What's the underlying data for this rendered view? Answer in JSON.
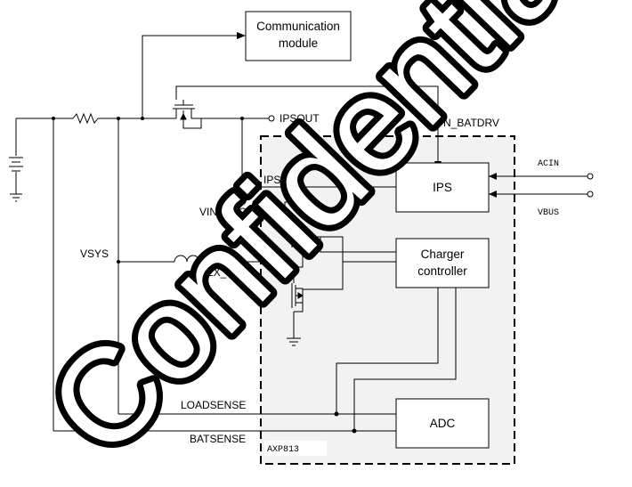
{
  "blocks": {
    "comm": [
      "Communication",
      "module"
    ],
    "ips": "IPS",
    "charger": [
      "Charger",
      "controller"
    ],
    "adc": "ADC",
    "chip": "AXP813"
  },
  "labels": {
    "ipsout_top": "IPSOUT",
    "n_batdrv": "N_BATDRV",
    "ipsout_inner": "IPSOUT",
    "acin": "ACIN",
    "vbus": "VBUS",
    "vin_chg": "VIN_CHG",
    "vsys": "VSYS",
    "lx_chg": "LX_CHG",
    "loadsense": "LOADSENSE",
    "batsense": "BATSENSE"
  },
  "watermark": "Confidential",
  "colors": {
    "chip_fill": "#f2f2f2",
    "line": "#000000"
  }
}
